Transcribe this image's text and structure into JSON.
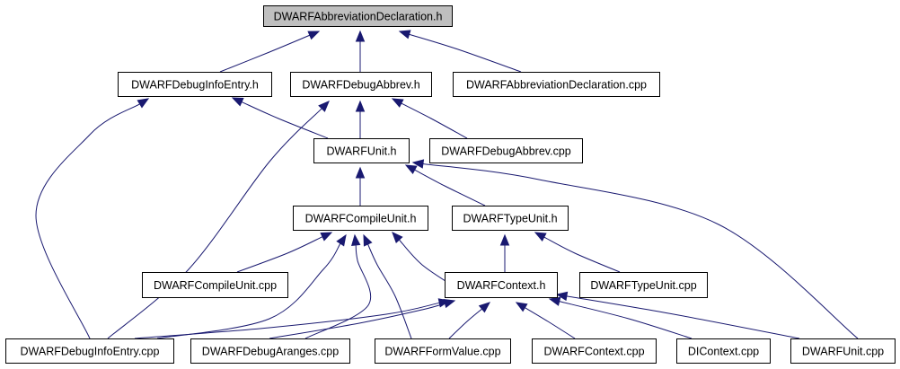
{
  "graph": {
    "nodes": [
      {
        "id": "AbbrevDeclH",
        "label": "DWARFAbbreviationDeclaration.h",
        "root": true
      },
      {
        "id": "DebugInfoEntryH",
        "label": "DWARFDebugInfoEntry.h"
      },
      {
        "id": "DebugAbbrevH",
        "label": "DWARFDebugAbbrev.h"
      },
      {
        "id": "AbbrevDeclCpp",
        "label": "DWARFAbbreviationDeclaration.cpp"
      },
      {
        "id": "UnitH",
        "label": "DWARFUnit.h"
      },
      {
        "id": "DebugAbbrevCpp",
        "label": "DWARFDebugAbbrev.cpp"
      },
      {
        "id": "CompileUnitH",
        "label": "DWARFCompileUnit.h"
      },
      {
        "id": "TypeUnitH",
        "label": "DWARFTypeUnit.h"
      },
      {
        "id": "CompileUnitCpp",
        "label": "DWARFCompileUnit.cpp"
      },
      {
        "id": "ContextH",
        "label": "DWARFContext.h"
      },
      {
        "id": "TypeUnitCpp",
        "label": "DWARFTypeUnit.cpp"
      },
      {
        "id": "DebugInfoEntryCpp",
        "label": "DWARFDebugInfoEntry.cpp"
      },
      {
        "id": "DebugArangesCpp",
        "label": "DWARFDebugAranges.cpp"
      },
      {
        "id": "FormValueCpp",
        "label": "DWARFFormValue.cpp"
      },
      {
        "id": "ContextCpp",
        "label": "DWARFContext.cpp"
      },
      {
        "id": "DIContextCpp",
        "label": "DIContext.cpp"
      },
      {
        "id": "UnitCpp",
        "label": "DWARFUnit.cpp"
      }
    ],
    "edges": [
      {
        "from": "DebugInfoEntryH",
        "to": "AbbrevDeclH"
      },
      {
        "from": "DebugAbbrevH",
        "to": "AbbrevDeclH"
      },
      {
        "from": "AbbrevDeclCpp",
        "to": "AbbrevDeclH"
      },
      {
        "from": "UnitH",
        "to": "DebugInfoEntryH"
      },
      {
        "from": "DebugInfoEntryCpp",
        "to": "DebugInfoEntryH"
      },
      {
        "from": "UnitH",
        "to": "DebugAbbrevH"
      },
      {
        "from": "DebugAbbrevCpp",
        "to": "DebugAbbrevH"
      },
      {
        "from": "DebugInfoEntryCpp",
        "to": "DebugAbbrevH"
      },
      {
        "from": "CompileUnitH",
        "to": "UnitH"
      },
      {
        "from": "TypeUnitH",
        "to": "UnitH"
      },
      {
        "from": "UnitCpp",
        "to": "UnitH"
      },
      {
        "from": "CompileUnitCpp",
        "to": "CompileUnitH"
      },
      {
        "from": "ContextH",
        "to": "CompileUnitH"
      },
      {
        "from": "DebugInfoEntryCpp",
        "to": "CompileUnitH"
      },
      {
        "from": "DebugArangesCpp",
        "to": "CompileUnitH"
      },
      {
        "from": "FormValueCpp",
        "to": "CompileUnitH"
      },
      {
        "from": "ContextH",
        "to": "TypeUnitH"
      },
      {
        "from": "TypeUnitCpp",
        "to": "TypeUnitH"
      },
      {
        "from": "DebugInfoEntryCpp",
        "to": "ContextH"
      },
      {
        "from": "DebugArangesCpp",
        "to": "ContextH"
      },
      {
        "from": "FormValueCpp",
        "to": "ContextH"
      },
      {
        "from": "ContextCpp",
        "to": "ContextH"
      },
      {
        "from": "DIContextCpp",
        "to": "ContextH"
      },
      {
        "from": "UnitCpp",
        "to": "ContextH"
      }
    ],
    "colors": {
      "edge": "#191970",
      "root_fill": "#bfbfbf",
      "node_fill": "#ffffff",
      "border": "#000000"
    }
  }
}
